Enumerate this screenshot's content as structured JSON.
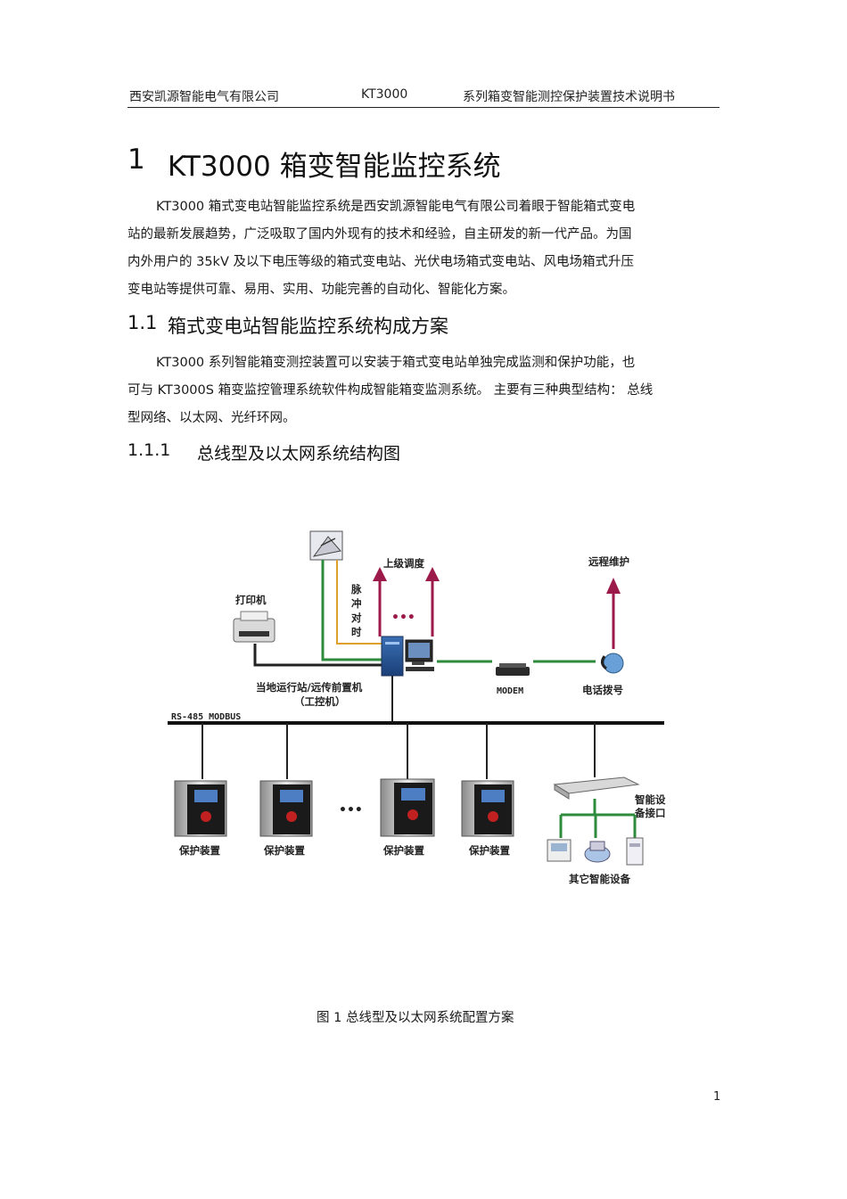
{
  "header": {
    "company": "西安凯源智能电气有限公司",
    "product": "KT3000",
    "doc_title": "系列箱变智能测控保护装置技术说明书"
  },
  "section1": {
    "number": "1",
    "title": "KT3000 箱变智能监控系统",
    "para_lines": [
      "KT3000   箱式变电站智能监控系统是西安凯源智能电气有限公司着眼于智能箱式变电",
      "站的最新发展趋势，广泛吸取了国内外现有的技术和经验，自主研发的新一代产品。为国",
      "内外用户的    35kV   及以下电压等级的箱式变电站、光伏电场箱式变电站、风电场箱式升压",
      "变电站等提供可靠、易用、实用、功能完善的自动化、智能化方案。"
    ]
  },
  "section1_1": {
    "number": "1.1",
    "title": "箱式变电站智能监控系统构成方案",
    "para_lines": [
      "KT3000   系列智能箱变测控装置可以安装于箱式变电站单独完成监测和保护功能，也",
      "可与  KT3000S  箱变监控管理系统软件构成智能箱变监测系统。          主要有三种典型结构：     总线",
      "型网络、以太网、光纤环网。"
    ]
  },
  "section1_1_1": {
    "number": "1.1.1",
    "title": "总线型及以太网系统结构图"
  },
  "diagram": {
    "upper_dispatch": "上级调度",
    "pulse_timing": [
      "脉",
      "冲",
      "对",
      "时"
    ],
    "remote_maintenance": "远程维护",
    "printer": "打印机",
    "station_line1": "当地运行站/远传前置机",
    "station_line2": "（工控机）",
    "modem": "MODEM",
    "phone_dialup": "电话拨号",
    "bus_label": "RS-485 MODBUS",
    "dots": "•••",
    "protection_devices": [
      "保护装置",
      "保护装置",
      "保护装置",
      "保护装置"
    ],
    "smart_interface_line1": "智能设",
    "smart_interface_line2": "备接口",
    "other_devices": "其它智能设备",
    "colors": {
      "green": "#2e8b3e",
      "orange": "#e0a030",
      "arrow": "#9b1a4a",
      "bus": "#111111"
    }
  },
  "figure_caption": "图 1  总线型及以太网系统配置方案",
  "page_number": "1"
}
